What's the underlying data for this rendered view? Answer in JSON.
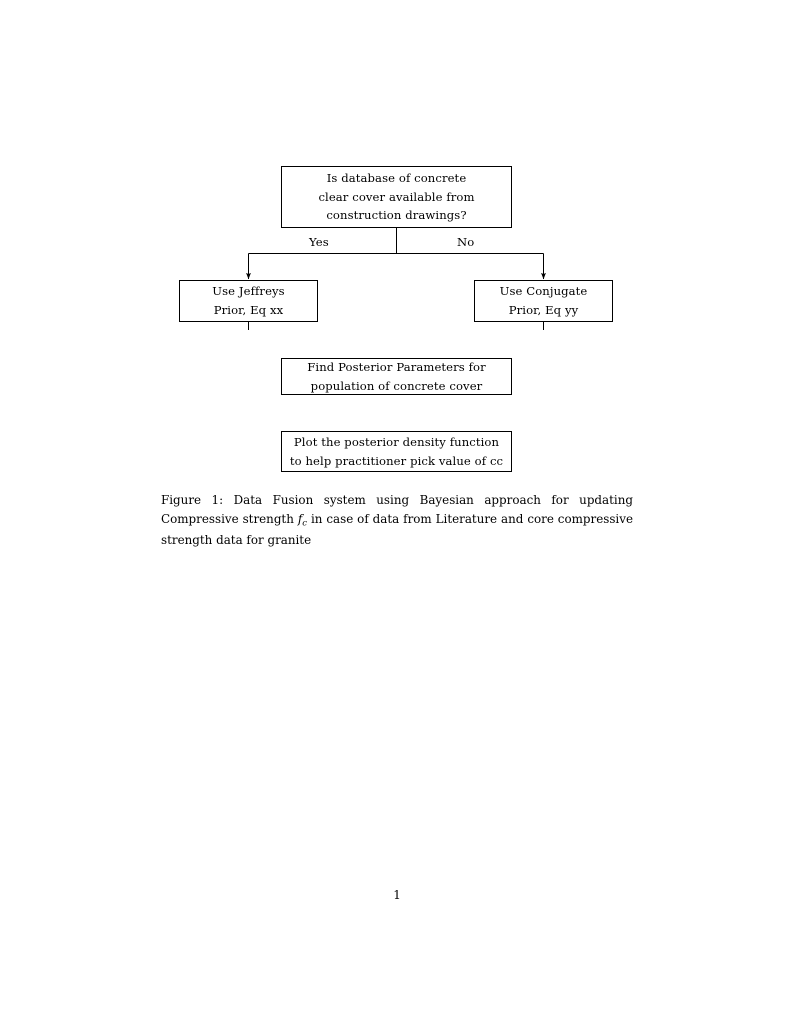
{
  "document": {
    "page_number": "1",
    "background_color": "#ffffff",
    "ink_color": "#000000"
  },
  "figure": {
    "nodes": [
      {
        "id": "question",
        "name": "decision-node-database-available",
        "lines": [
          "Is database of concrete",
          "clear cover available from",
          "construction drawings?"
        ]
      },
      {
        "id": "jeffreys",
        "name": "process-node-jeffreys-prior",
        "lines": [
          "Use Jeffreys",
          "Prior, Eq xx"
        ]
      },
      {
        "id": "conjugate",
        "name": "process-node-conjugate-prior",
        "lines": [
          "Use Conjugate",
          "Prior, Eq yy"
        ]
      },
      {
        "id": "posterior",
        "name": "process-node-find-posterior",
        "lines": [
          "Find Posterior Parameters for",
          "population of concrete cover"
        ]
      },
      {
        "id": "plot",
        "name": "process-node-plot-density",
        "lines": [
          "Plot the posterior density function",
          "to help practitioner pick value of cc"
        ]
      }
    ],
    "edge_labels": {
      "yes": "Yes",
      "no": "No"
    }
  },
  "caption": {
    "label": "Figure 1:",
    "text_before_var": " Data Fusion system using Bayesian approach for updating Compressive strength ",
    "variable_base": "f",
    "variable_subscript": "c",
    "text_after_var": " in case of data from Literature and core compressive strength data for granite"
  }
}
